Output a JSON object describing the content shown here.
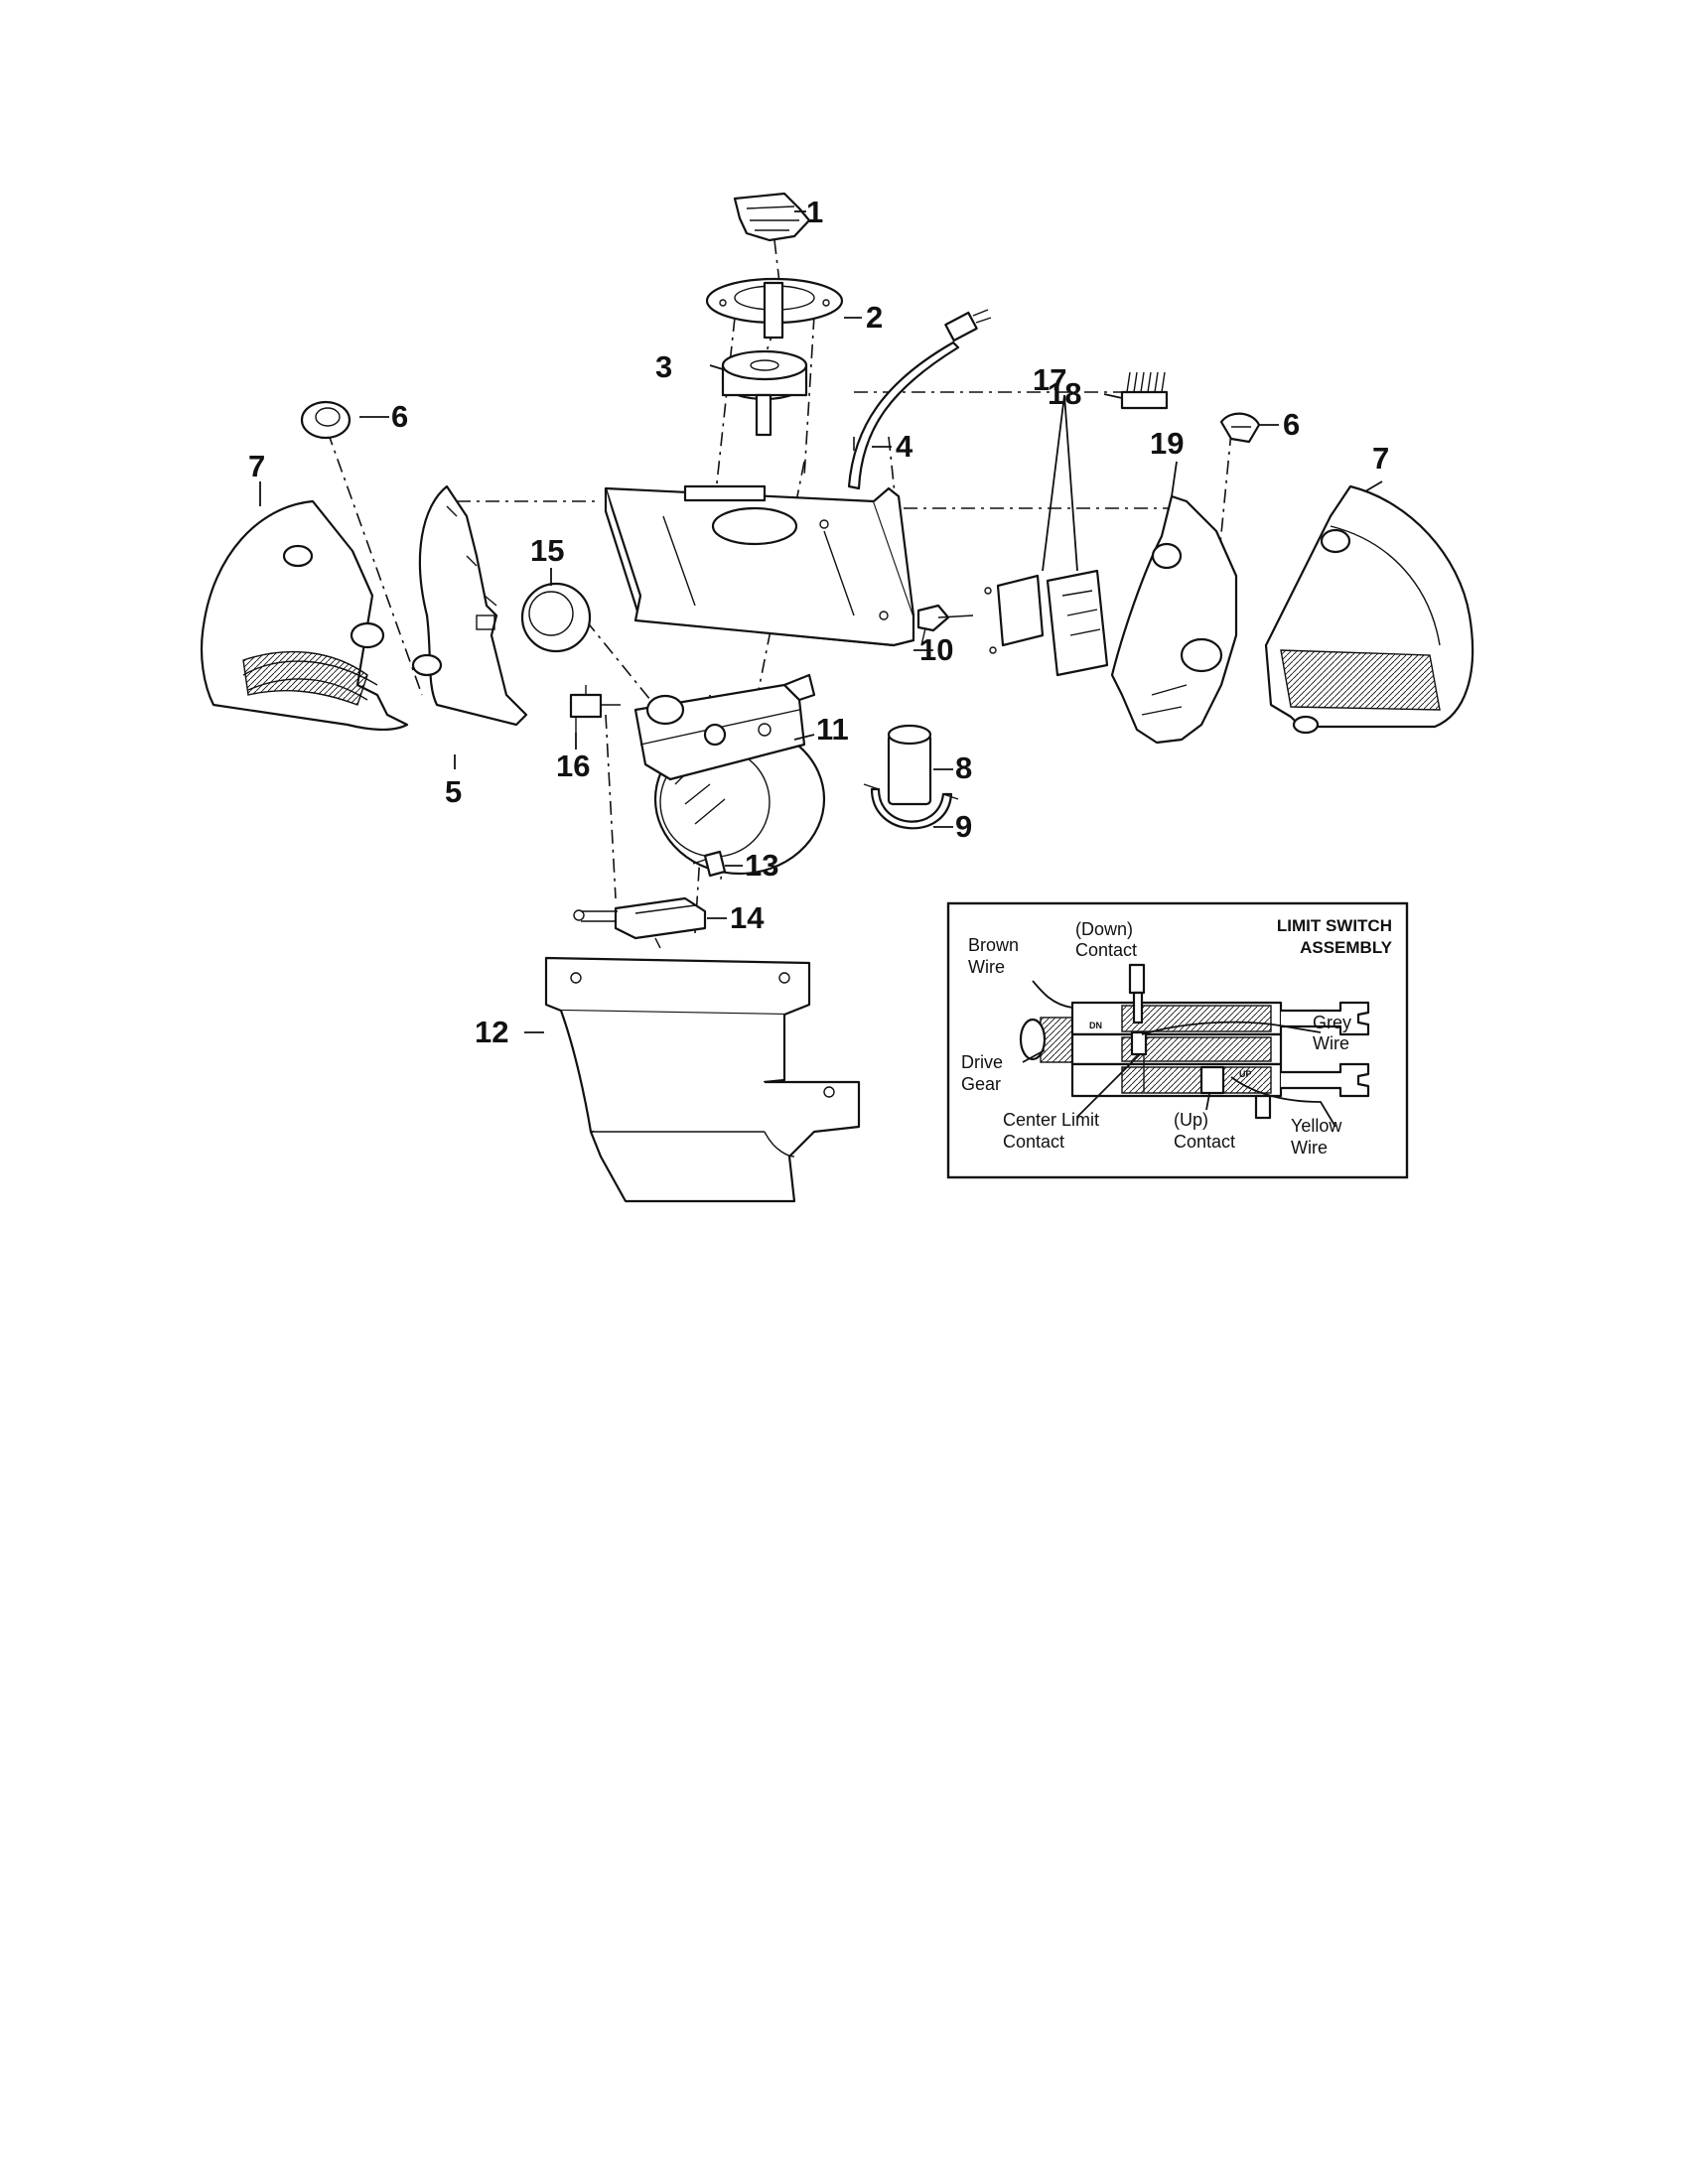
{
  "parts": [
    {
      "id": "1",
      "label": "1"
    },
    {
      "id": "2",
      "label": "2"
    },
    {
      "id": "3",
      "label": "3"
    },
    {
      "id": "4",
      "label": "4"
    },
    {
      "id": "5",
      "label": "5"
    },
    {
      "id": "6a",
      "label": "6"
    },
    {
      "id": "6b",
      "label": "6"
    },
    {
      "id": "7a",
      "label": "7"
    },
    {
      "id": "7b",
      "label": "7"
    },
    {
      "id": "8",
      "label": "8"
    },
    {
      "id": "9",
      "label": "9"
    },
    {
      "id": "10",
      "label": "10"
    },
    {
      "id": "11",
      "label": "11"
    },
    {
      "id": "12",
      "label": "12"
    },
    {
      "id": "13",
      "label": "13"
    },
    {
      "id": "14",
      "label": "14"
    },
    {
      "id": "15",
      "label": "15"
    },
    {
      "id": "16",
      "label": "16"
    },
    {
      "id": "17",
      "label": "17"
    },
    {
      "id": "18",
      "label": "18"
    },
    {
      "id": "19",
      "label": "19"
    }
  ],
  "inset": {
    "title_line1": "LIMIT SWITCH",
    "title_line2": "ASSEMBLY",
    "labels": {
      "down_contact_1": "(Down)",
      "down_contact_2": "Contact",
      "brown_wire_1": "Brown",
      "brown_wire_2": "Wire",
      "grey_wire_1": "Grey",
      "grey_wire_2": "Wire",
      "drive_gear_1": "Drive",
      "drive_gear_2": "Gear",
      "center_limit_1": "Center Limit",
      "center_limit_2": "Contact",
      "up_contact_1": "(Up)",
      "up_contact_2": "Contact",
      "yellow_wire_1": "Yellow",
      "yellow_wire_2": "Wire",
      "mark_down": "DN",
      "mark_up": "UP"
    }
  }
}
